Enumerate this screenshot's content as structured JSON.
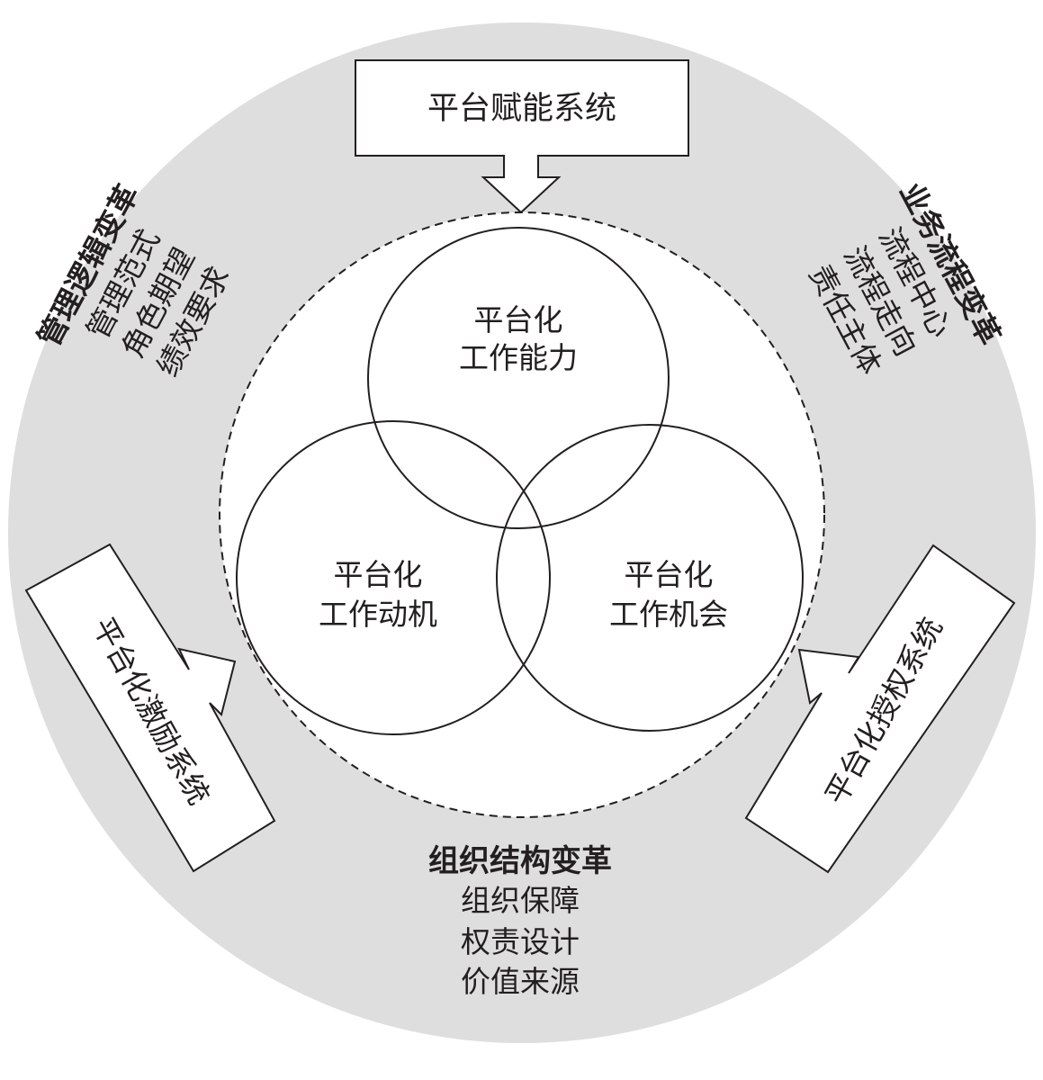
{
  "colors": {
    "ring": "#dedede",
    "ink": "#231f20",
    "paper": "#ffffff"
  },
  "top_box": {
    "label": "平台赋能系统"
  },
  "left_box": {
    "label": "平台化激励系统"
  },
  "right_box": {
    "label": "平台化授权系统"
  },
  "venn": {
    "top": {
      "line1": "平台化",
      "line2": "工作能力"
    },
    "left": {
      "line1": "平台化",
      "line2": "工作动机"
    },
    "right": {
      "line1": "平台化",
      "line2": "工作机会"
    }
  },
  "management": {
    "title": "管理逻辑变革",
    "items": [
      "管理范式",
      "角色期望",
      "绩效要求"
    ]
  },
  "process": {
    "title": "业务流程变革",
    "items": [
      "流程中心",
      "流程走向",
      "责任主体"
    ]
  },
  "organization": {
    "title": "组织结构变革",
    "items": [
      "组织保障",
      "权责设计",
      "价值来源"
    ]
  }
}
